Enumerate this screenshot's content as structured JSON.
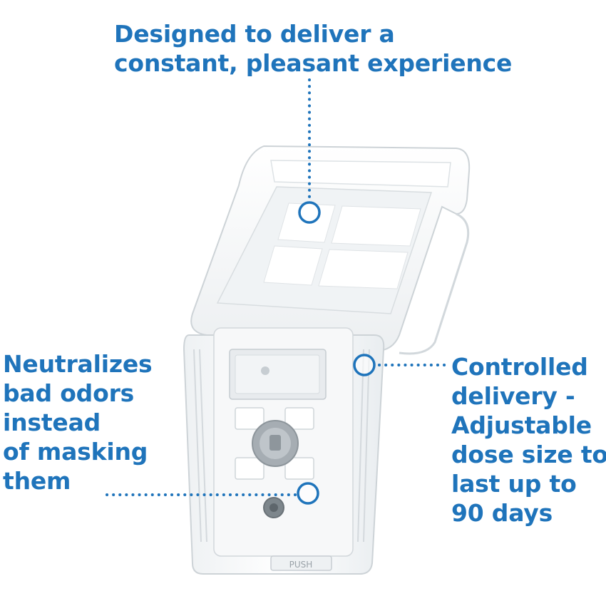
{
  "callouts": {
    "top": {
      "lines": [
        "Designed to deliver a",
        "constant, pleasant experience"
      ]
    },
    "left": {
      "lines": [
        "Neutralizes",
        "bad odors",
        "instead",
        "of masking",
        "them"
      ]
    },
    "right": {
      "lines": [
        "Controlled",
        "delivery -",
        "Adjustable",
        "dose size to",
        "last up to",
        "90 days"
      ]
    }
  },
  "dispenser": {
    "button_label": "PUSH"
  },
  "colors": {
    "accent": "#1f74bb",
    "plastic": "#f4f6f7",
    "outline": "#cdd3d7"
  }
}
